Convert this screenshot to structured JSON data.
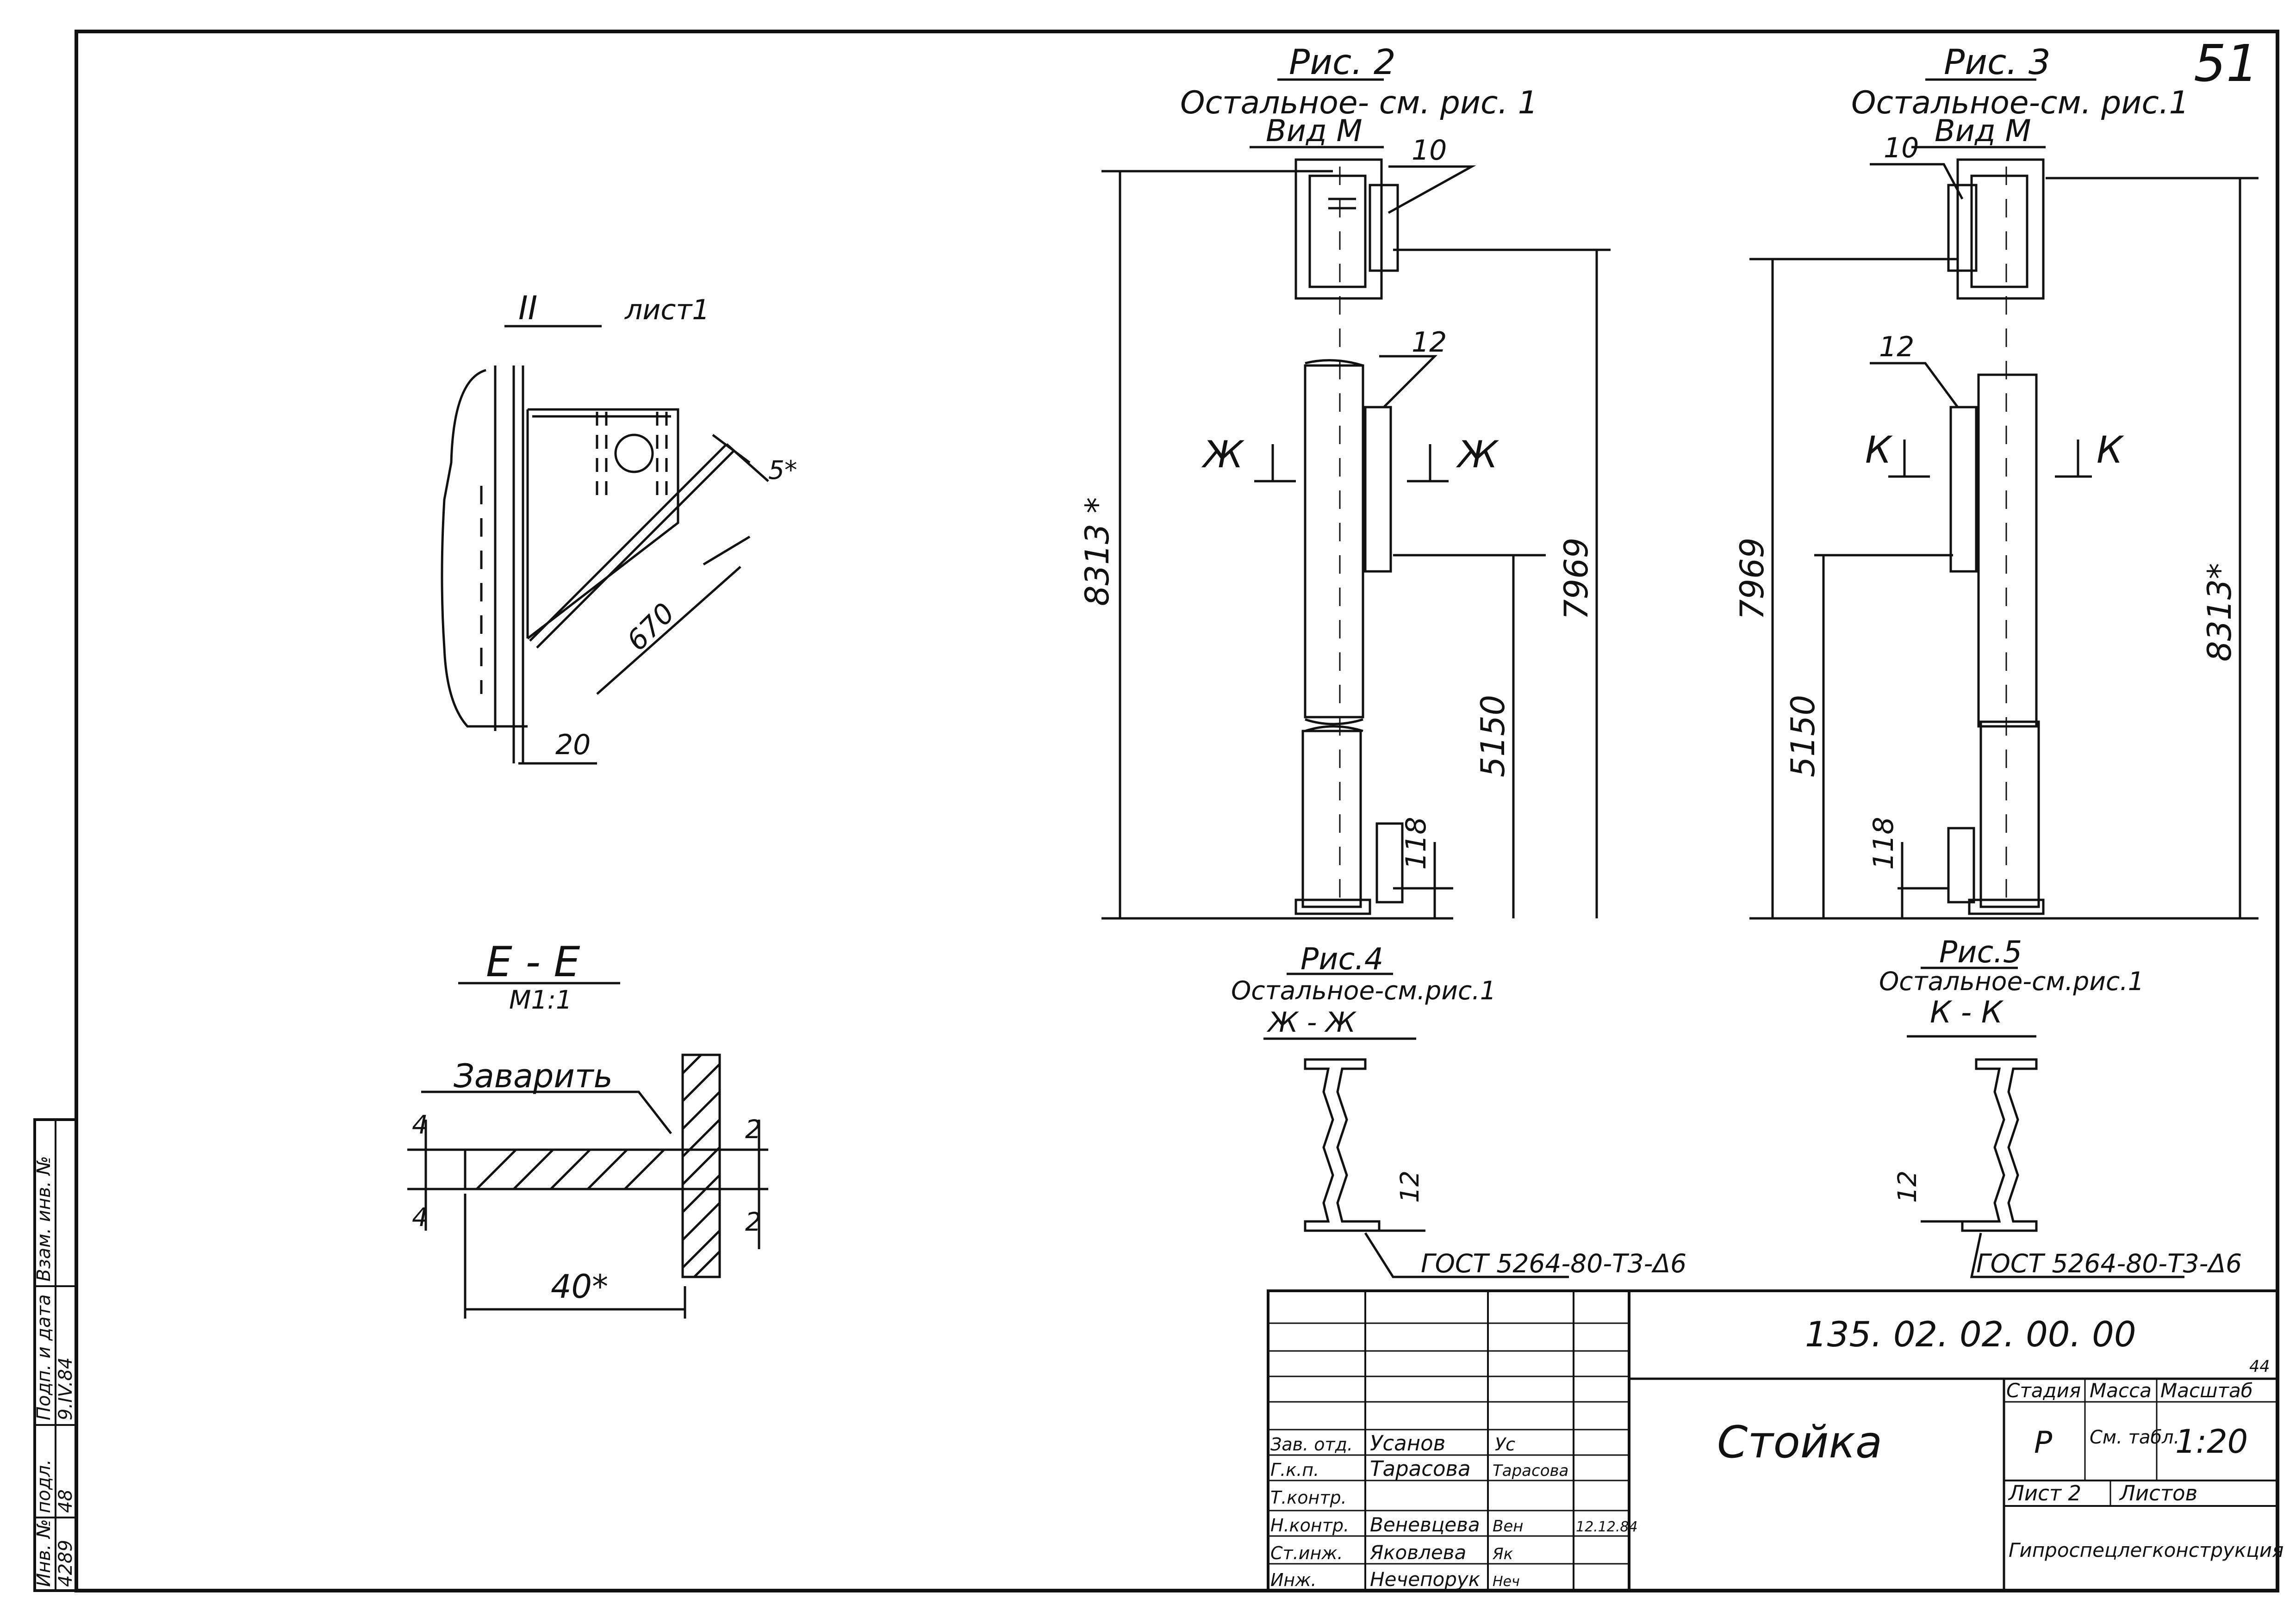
{
  "sheet_number": "51",
  "fig2": {
    "title": "Рис. 2",
    "note": "Остальное- см. рис. 1",
    "view": "Вид М",
    "pos10": "10",
    "pos12": "12",
    "section_mark": "Ж",
    "dim_total": "8313 *",
    "dim_upper": "7969",
    "dim_mid": "5150",
    "dim_small": "118"
  },
  "fig3": {
    "title": "Рис. 3",
    "note": "Остальное-см. рис.1",
    "view": "Вид М",
    "pos10": "10",
    "pos12": "12",
    "section_mark": "К",
    "dim_total": "8313*",
    "dim_upper": "7969",
    "dim_mid": "5150",
    "dim_small": "118"
  },
  "detail_II": {
    "title": "II",
    "ref": "лист1",
    "dim_len": "670",
    "dim_thk": "5*",
    "dim_off": "20"
  },
  "section_EE": {
    "title": "Е - Е",
    "scale": "М1:1",
    "weld": "Заварить",
    "dim_4a": "4",
    "dim_4b": "4",
    "dim_2a": "2",
    "dim_2b": "2",
    "dim_40": "40*"
  },
  "fig4": {
    "title": "Рис.4",
    "note": "Остальное-см.рис.1",
    "section": "Ж - Ж",
    "dim": "12",
    "gost": "ГОСТ 5264-80-Т3-Δ6"
  },
  "fig5": {
    "title": "Рис.5",
    "note": "Остальное-см.рис.1",
    "section": "К - К",
    "dim": "12",
    "gost": "ГОСТ 5264-80-Т3-Δ6"
  },
  "title_block": {
    "designation": "135. 02. 02. 00. 00",
    "name": "Стойка",
    "stage_h": "Стадия",
    "mass_h": "Масса",
    "scale_h": "Масштаб",
    "stage": "Р",
    "mass": "См. табл.",
    "scale": "1:20",
    "sheet": "Лист 2",
    "sheets": "Листов",
    "org": "Гипроспецлегконструкция",
    "corner_note": "44",
    "roles": [
      {
        "role": "Зав. отд.",
        "name": "Усанов",
        "sign": "Ус"
      },
      {
        "role": "Г.к.п.",
        "name": "Тарасова",
        "sign": "Тарасова"
      },
      {
        "role": "Т.контр.",
        "name": "",
        "sign": ""
      },
      {
        "role": "Н.контр.",
        "name": "Веневцева",
        "sign": "Вен"
      },
      {
        "role": "Ст.инж.",
        "name": "Яковлева",
        "sign": "Як"
      },
      {
        "role": "Инж.",
        "name": "Нечепорук",
        "sign": "Неч"
      }
    ],
    "nc_date": "12.12.84"
  },
  "side_stamp": {
    "labels": [
      "Инв. № подл.",
      "Подп. и дата",
      "Взам. инв. №"
    ],
    "values": [
      "4289",
      "48",
      "9.IV.84"
    ]
  },
  "colors": {
    "ink": "#111111",
    "paper": "#ffffff"
  }
}
